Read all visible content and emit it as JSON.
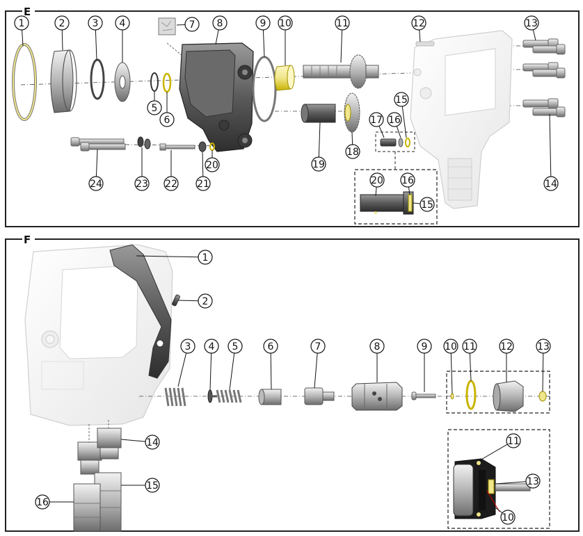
{
  "panels": [
    {
      "label": "E",
      "callouts": [
        {
          "n": "1"
        },
        {
          "n": "2"
        },
        {
          "n": "3"
        },
        {
          "n": "4"
        },
        {
          "n": "5"
        },
        {
          "n": "6"
        },
        {
          "n": "7"
        },
        {
          "n": "8"
        },
        {
          "n": "9"
        },
        {
          "n": "10"
        },
        {
          "n": "11"
        },
        {
          "n": "12"
        },
        {
          "n": "13"
        },
        {
          "n": "14"
        },
        {
          "n": "15"
        },
        {
          "n": "16"
        },
        {
          "n": "17"
        },
        {
          "n": "18"
        },
        {
          "n": "19"
        },
        {
          "n": "20"
        },
        {
          "n": "21"
        },
        {
          "n": "22"
        },
        {
          "n": "23"
        },
        {
          "n": "24"
        },
        {
          "n": "20"
        },
        {
          "n": "16"
        },
        {
          "n": "15"
        }
      ]
    },
    {
      "label": "F",
      "callouts": [
        {
          "n": "1"
        },
        {
          "n": "2"
        },
        {
          "n": "3"
        },
        {
          "n": "4"
        },
        {
          "n": "5"
        },
        {
          "n": "6"
        },
        {
          "n": "7"
        },
        {
          "n": "8"
        },
        {
          "n": "9"
        },
        {
          "n": "10"
        },
        {
          "n": "11"
        },
        {
          "n": "12"
        },
        {
          "n": "13"
        },
        {
          "n": "14"
        },
        {
          "n": "15"
        },
        {
          "n": "16"
        },
        {
          "n": "11"
        },
        {
          "n": "13"
        },
        {
          "n": "10"
        }
      ]
    }
  ],
  "colors": {
    "frame": "#222222",
    "highlight": "#f0e68c",
    "highlight_edge": "#c9b400",
    "part_dark": "#5a5a5a",
    "part_mid": "#9a9a9a",
    "part_light": "#d8d8d8",
    "housing": "#f4f4f4"
  }
}
